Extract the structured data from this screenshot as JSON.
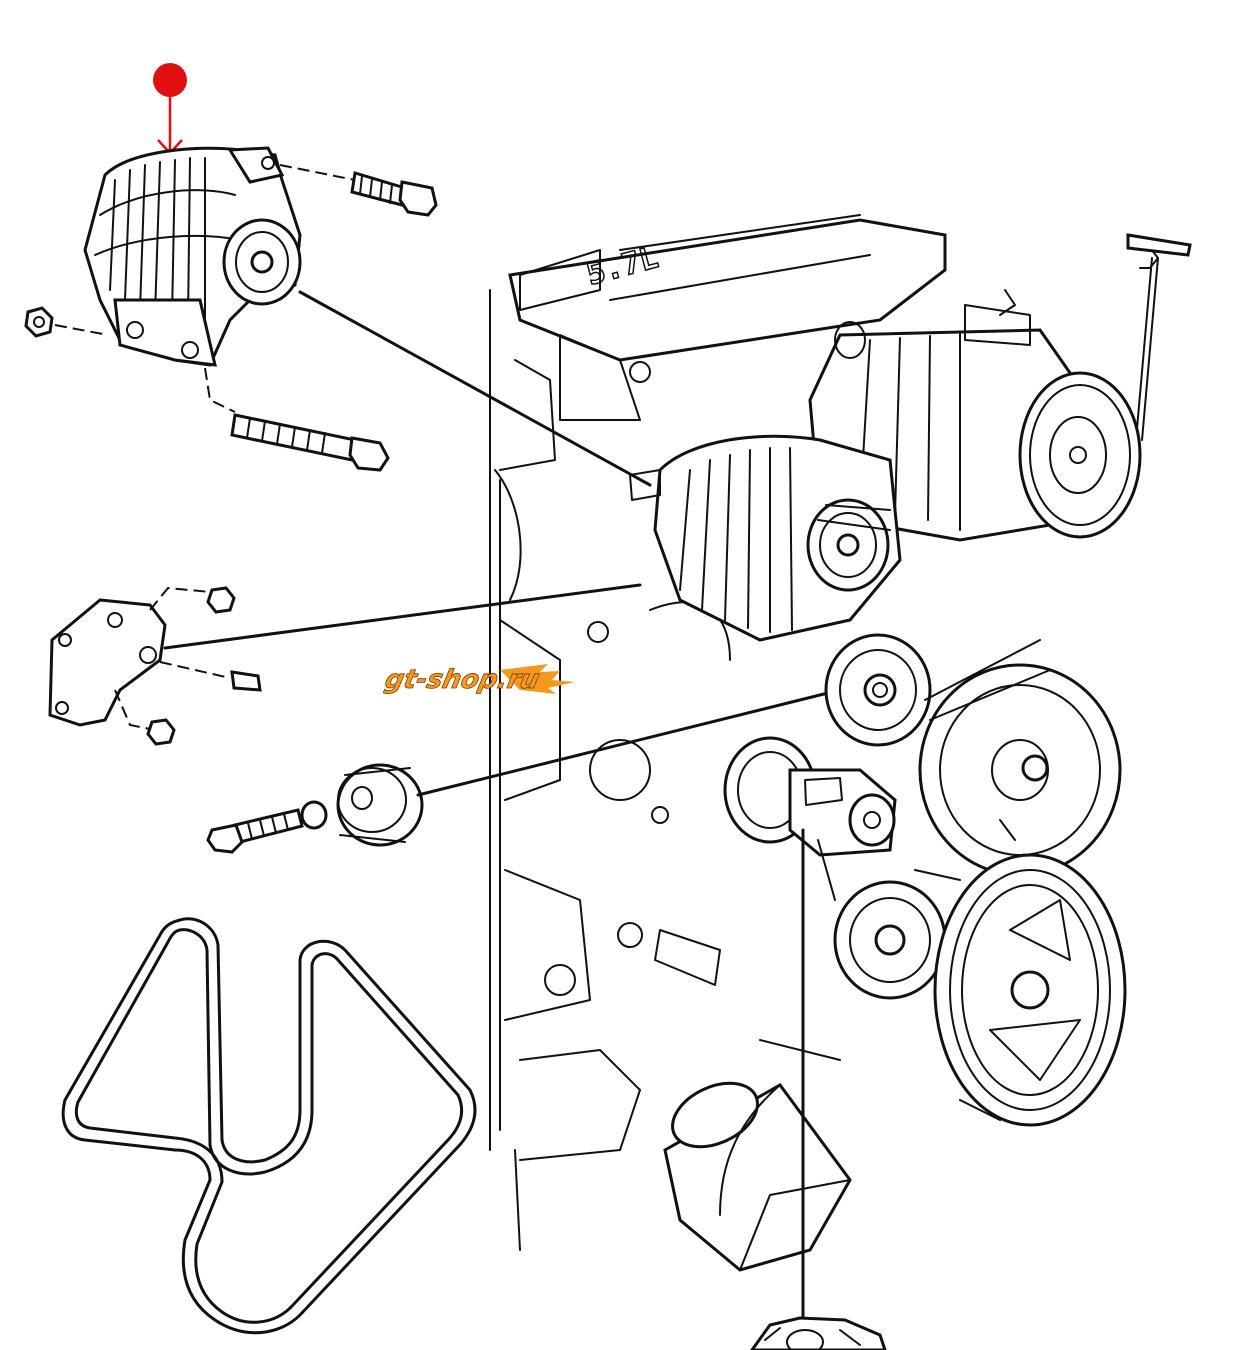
{
  "watermark": {
    "text": "gt-shop.ru",
    "brand_color": "#f39a1e"
  },
  "engine_label": "5.7L",
  "colors": {
    "line": "#111111",
    "background": "#ffffff",
    "marker": "#e01010"
  },
  "parts": [
    {
      "id": "alternator",
      "icon": "alternator-icon"
    },
    {
      "id": "alternator-bolt-upper",
      "icon": "bolt-icon"
    },
    {
      "id": "alternator-bolt-lower",
      "icon": "bolt-icon"
    },
    {
      "id": "alternator-nut",
      "icon": "nut-icon"
    },
    {
      "id": "bracket",
      "icon": "bracket-icon"
    },
    {
      "id": "idler-pulley",
      "icon": "pulley-icon"
    },
    {
      "id": "pulley-bolt",
      "icon": "bolt-icon"
    },
    {
      "id": "serpentine-belt",
      "icon": "belt-icon"
    },
    {
      "id": "belt-tensioner",
      "icon": "tensioner-icon"
    }
  ]
}
